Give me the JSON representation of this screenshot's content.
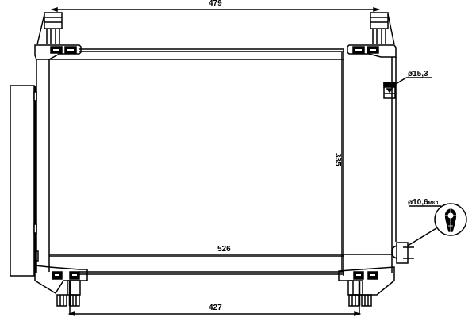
{
  "drawing": {
    "subject": "A/C condenser technical drawing",
    "dimensions": {
      "top_width": "479",
      "height": "335",
      "core_width": "526",
      "bottom_width": "427"
    },
    "callouts": {
      "inlet_diameter": "ø15,3",
      "outlet_diameter_main": "ø10,6",
      "outlet_diameter_sub": "M8.1"
    },
    "colors": {
      "line": "#000000",
      "background": "#ffffff"
    }
  }
}
